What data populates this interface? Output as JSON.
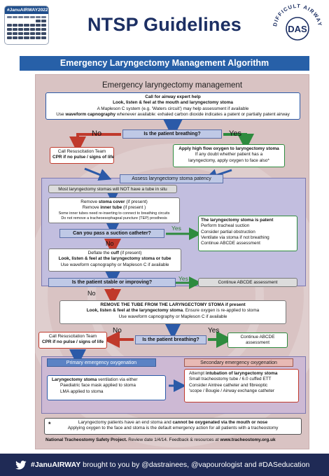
{
  "calendar": {
    "tag": "#JanuAIRWAY",
    "year": "2022",
    "days": "S M T W T F S"
  },
  "header": {
    "title": "NTSP Guidelines",
    "logo_ring": "DIFFICULT AIRWAY SOCIETY",
    "logo_letters": "DAS"
  },
  "banner": "Emergency Laryngectomy Management Algorithm",
  "sheet": {
    "title": "Emergency laryngectomy management",
    "call": {
      "l1": "Call for airway expert help",
      "l2": "Look, listen & feel at the mouth and laryngectomy stoma",
      "l3": "A Mapleson C system (e.g. 'Waters circuit') may help assessment if available",
      "l4a": "Use ",
      "l4b": "waveform capnography",
      "l4c": " whenever available:  exhaled carbon dioxide indicates a patent or partially patent airway"
    },
    "q_breathing1": "Is the patient breathing?",
    "no1": "No",
    "yes1": "Yes",
    "resus1": {
      "l1": "Call Resuscitation Team",
      "l2": "CPR if no pulse / signs of life"
    },
    "oxygen": {
      "l1": "Apply high flow oxygen to laryngectomy stoma",
      "l2": "If any doubt whether patient has a",
      "l3": "laryngectomy, apply oxygen to face also*"
    },
    "assess": "Assess laryngectomy stoma patency",
    "no_tube": "Most laryngectomy stomas will NOT have a tube in situ",
    "remove": {
      "l1a": "Remove ",
      "l1b": "stoma cover",
      "l1c": " (if present)",
      "l2a": "Remove ",
      "l2b": "inner tube",
      "l2c": " (if present )",
      "l3": "Some inner tubes need re-inserting to connect to breathing circuits",
      "l4": "Do not remove a tracheoesophageal puncture (TEP) prosthesis"
    },
    "patent": {
      "l1": "The laryngectomy stoma is patent",
      "l2": "Perform tracheal suction",
      "l3": "Consider partial obstruction",
      "l4": "Ventilate via stoma if not breathing",
      "l5": "Continue ABCDE assessment"
    },
    "q_suction": "Can you pass a suction catheter?",
    "yes2": "Yes",
    "no2": "No",
    "deflate": {
      "l1a": "Deflate the ",
      "l1b": "cuff",
      "l1c": " (if present)",
      "l2": "Look, listen & feel at the laryngectomy stoma or tube",
      "l3": "Use waveform capnography or Mapleson C if available"
    },
    "q_stable": "Is the patient stable or improving?",
    "yes3": "Yes",
    "abcde1": "Continue ABCDE assessment",
    "no3": "No",
    "remove_tube": {
      "l1": "REMOVE THE TUBE FROM THE LARYNGECTOMY STOMA if present",
      "l2a": "Look, listen & feel at the laryngectomy stoma",
      "l2b": ". Ensure oxygen is re-applied to stoma",
      "l3": "Use waveform capnography or Mapleson C if available"
    },
    "resus2": {
      "l1": "Call Resuscitation Team",
      "l2": "CPR if no pulse / signs of life"
    },
    "q_breathing2": "Is the patient breathing?",
    "no4": "No",
    "yes4": "Yes",
    "abcde2": {
      "l1": "Continue ABCDE",
      "l2": "assessment"
    },
    "primary_head": "Primary emergency oxygenation",
    "secondary_head": "Secondary emergency oxygenation",
    "primary": {
      "l1a": "Laryngectomy stoma",
      "l1b": " ventilation via either",
      "l2": "Paediatric face mask applied to stoma",
      "l3": "LMA applied to stoma"
    },
    "secondary": {
      "l1a": "Attempt ",
      "l1b": "intubation of laryngectomy stoma",
      "l2": "Small tracheostomy tube / 6.0 cuffed ETT",
      "l3": "Consider Aintree catheter and fibreoptic",
      "l4": "'scope / Bougie / Airway exchange catheter"
    },
    "star": {
      "mark": "*",
      "l1a": "Laryngectomy patients have an end stoma and ",
      "l1b": "cannot be oxygenated via the mouth or nose",
      "l2": "Applying oxygen to the face and stoma is the default emergency action for all patients with a tracheostomy"
    },
    "footer_a": "National Tracheostomy Safety Project.",
    "footer_b": " Review date 1/4/14. Feedback & resources at ",
    "footer_c": "www.tracheostomy.org.uk"
  },
  "footer": {
    "tag": "#JanuAIRWAY",
    "mid": " brought to you by @dastrainees, @vapourologist and #DASeducation"
  },
  "colors": {
    "navy": "#1c2f63",
    "banner": "#2760a8",
    "sheet": "#d9c3c3",
    "region": "#c2bedf",
    "green": "#2e8b3e",
    "red": "#c0392b",
    "blue": "#2b5aa8"
  }
}
